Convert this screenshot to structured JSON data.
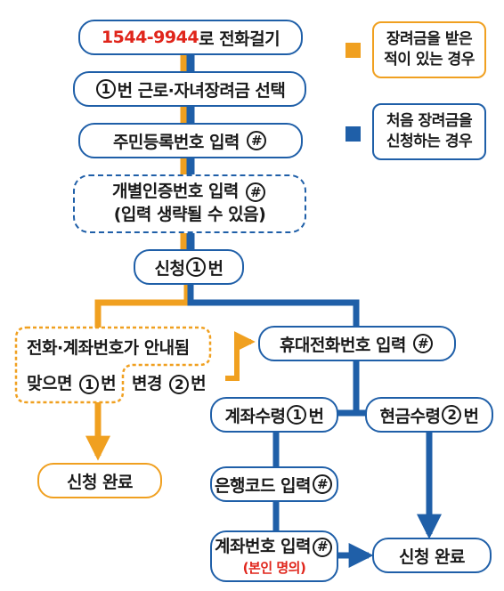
{
  "colors": {
    "orange": "#f0a020",
    "blue": "#1f5fa8",
    "red": "#e0251b"
  },
  "legend": {
    "existing": {
      "line1": "장려금을 받은",
      "line2": "적이 있는 경우"
    },
    "first": {
      "line1": "처음 장려금을",
      "line2": "신청하는 경우"
    }
  },
  "steps": {
    "call": {
      "number": "1544-9944",
      "text": "로 전화걸기"
    },
    "select": {
      "num": "1",
      "text": "번 근로·자녀장려금 선택"
    },
    "resident": {
      "text": "주민등록번호 입력",
      "key": "#"
    },
    "auth": {
      "text": "개별인증번호 입력",
      "key": "#",
      "note": "(입력 생략될 수 있음)"
    },
    "apply": {
      "text": "신청",
      "num": "1",
      "suffix": "번"
    },
    "guide": {
      "line1": "전화·계좌번호가 안내됨",
      "correct_text": "맞으면",
      "correct_num": "1",
      "correct_suffix": "번",
      "change_text": "변경",
      "change_num": "2",
      "change_suffix": "번"
    },
    "done_left": {
      "text": "신청 완료"
    },
    "mobile": {
      "text": "휴대전화번호 입력",
      "key": "#"
    },
    "account": {
      "text": "계좌수령",
      "num": "1",
      "suffix": "번"
    },
    "cash": {
      "text": "현금수령",
      "num": "2",
      "suffix": "번"
    },
    "bank": {
      "text": "은행코드 입력",
      "key": "#"
    },
    "acctnum": {
      "text": "계좌번호 입력",
      "key": "#",
      "note": "(본인 명의)"
    },
    "done_right": {
      "text": "신청 완료"
    }
  }
}
